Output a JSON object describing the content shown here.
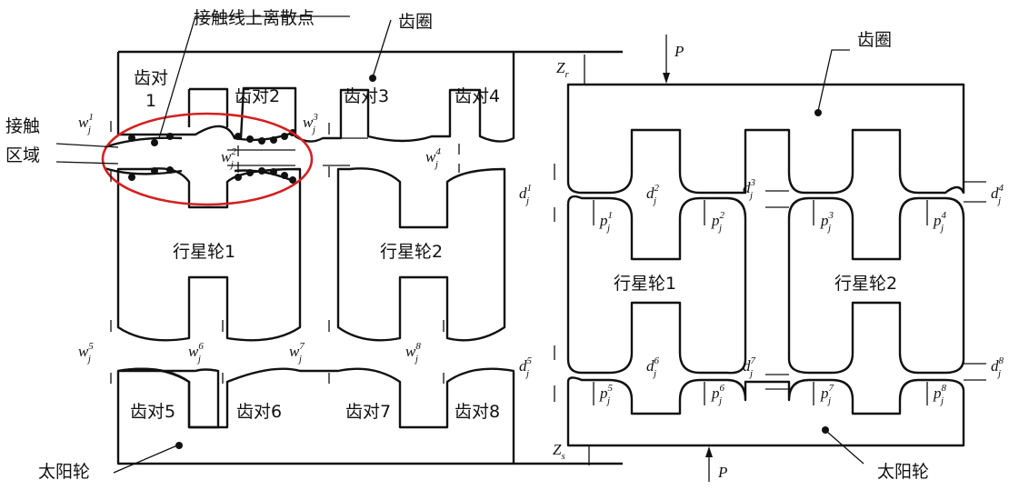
{
  "left": {
    "scattered_points": "接触线上离散点",
    "ring": "齿圈",
    "contact_area_l1": "接触",
    "contact_area_l2": "区域",
    "sun": "太阳轮",
    "planet1": "行星轮1",
    "planet2": "行星轮2",
    "pair1_a": "齿对",
    "pair1_b": "1",
    "pair2": "齿对2",
    "pair3": "齿对3",
    "pair4": "齿对4",
    "pair5": "齿对5",
    "pair6": "齿对6",
    "pair7": "齿对7",
    "pair8": "齿对8",
    "w_base": "w",
    "j_sub": "j",
    "w_indices": [
      "1",
      "2",
      "3",
      "4",
      "5",
      "6",
      "7",
      "8"
    ]
  },
  "right": {
    "ring": "齿圈",
    "sun": "太阳轮",
    "planet1": "行星轮1",
    "planet2": "行星轮2",
    "P_top": "P",
    "P_bottom": "P",
    "Zr_base": "Z",
    "Zr_sub": "r",
    "Zs_base": "Z",
    "Zs_sub": "s",
    "d_base": "d",
    "p_base": "p",
    "j_sub": "j",
    "d_indices": [
      "1",
      "2",
      "3",
      "4",
      "5",
      "6",
      "7",
      "8"
    ],
    "p_indices": [
      "1",
      "2",
      "3",
      "4",
      "5",
      "6",
      "7",
      "8"
    ]
  },
  "colors": {
    "highlight_ellipse": "#d42020",
    "lines": "#111111"
  }
}
